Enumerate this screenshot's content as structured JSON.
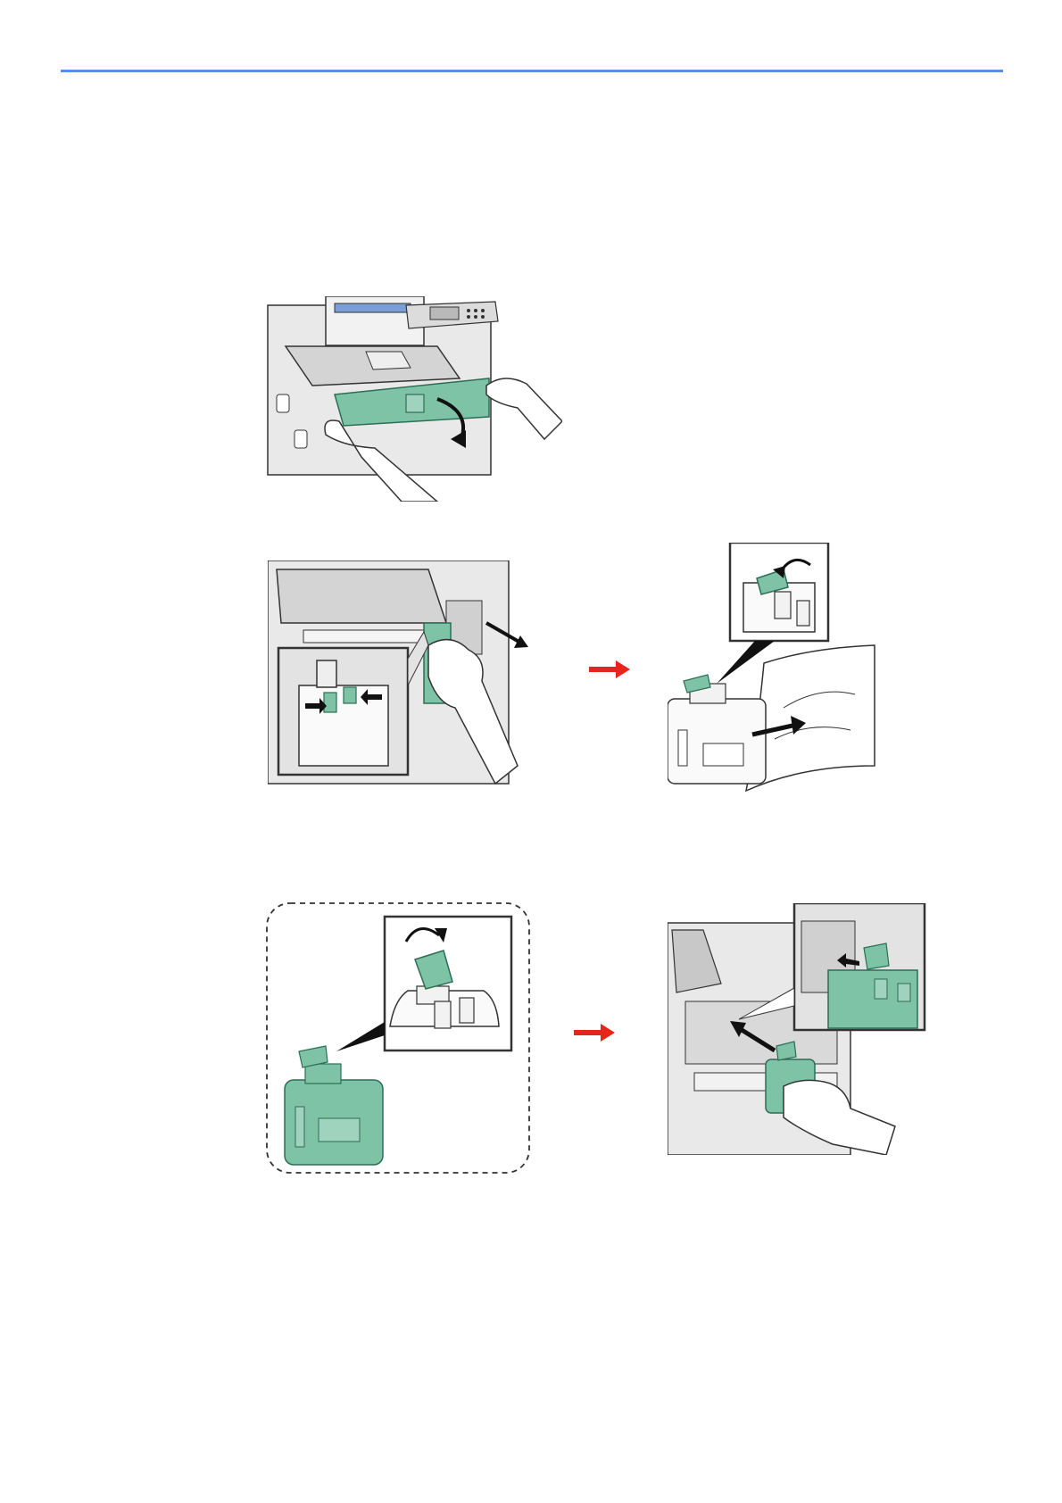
{
  "page": {
    "background": "#ffffff",
    "rule_color": "#5b8ee6"
  },
  "colors": {
    "toner_green": "#7fc3a6",
    "toner_green_dark": "#2c6e57",
    "line": "#333333",
    "machine_gray": "#e6e6e6",
    "machine_gray_dark": "#c8c8c8",
    "arrow_black": "#111111",
    "step_arrow_red": "#e8251b"
  },
  "figures": {
    "open_front_cover": {
      "icon": "printer-front-cover-open-illustration"
    },
    "remove_container": {
      "icon": "toner-container-removal-illustration"
    },
    "bag_used_container": {
      "icon": "container-into-plastic-bag-illustration"
    },
    "close_cap": {
      "icon": "container-cap-close-illustration"
    },
    "install_new_container": {
      "icon": "new-container-install-illustration"
    }
  },
  "step_arrows": [
    {
      "icon": "red-right-arrow-icon"
    },
    {
      "icon": "red-right-arrow-icon"
    }
  ]
}
